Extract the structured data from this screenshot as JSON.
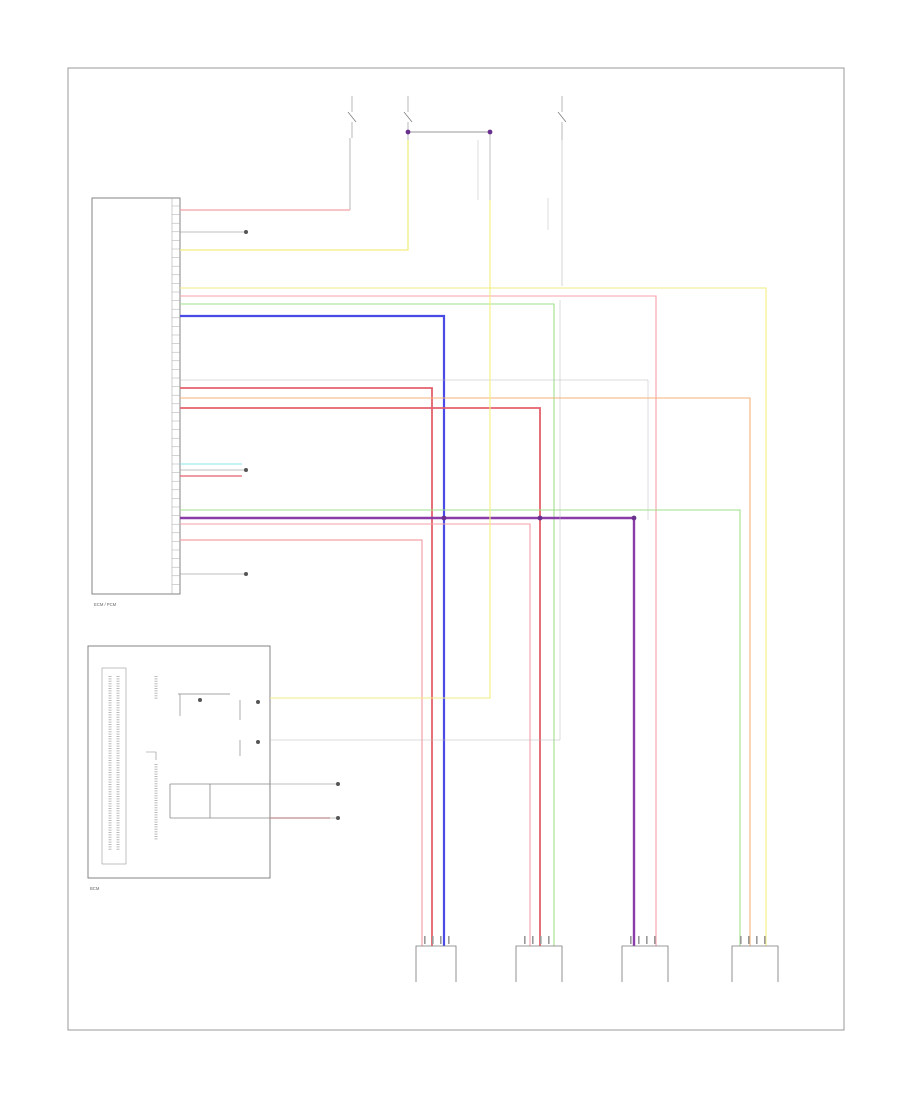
{
  "modules": {
    "combination_meter": {
      "label": "ECM / PCM",
      "caption": ""
    },
    "body_control_unit": {
      "label": "BCM",
      "caption": ""
    }
  },
  "sensors": [
    {
      "id": "sensor_1",
      "label": ""
    },
    {
      "id": "sensor_2",
      "label": ""
    },
    {
      "id": "sensor_3",
      "label": ""
    },
    {
      "id": "sensor_4",
      "label": ""
    }
  ],
  "fuses": [
    {
      "id": "fuse_1",
      "label": ""
    },
    {
      "id": "fuse_2",
      "label": ""
    },
    {
      "id": "fuse_3",
      "label": ""
    }
  ],
  "footer": {
    "code": ""
  },
  "colors": {
    "pink": "#f4a0a8",
    "red": "#e4606c",
    "yellow": "#f2ee80",
    "green": "#9ee08a",
    "blue": "#4a4ae6",
    "orange": "#f5b27a",
    "purple": "#8a3ca8",
    "cyan": "#8ee6ee",
    "gray": "#b8b8b8"
  }
}
